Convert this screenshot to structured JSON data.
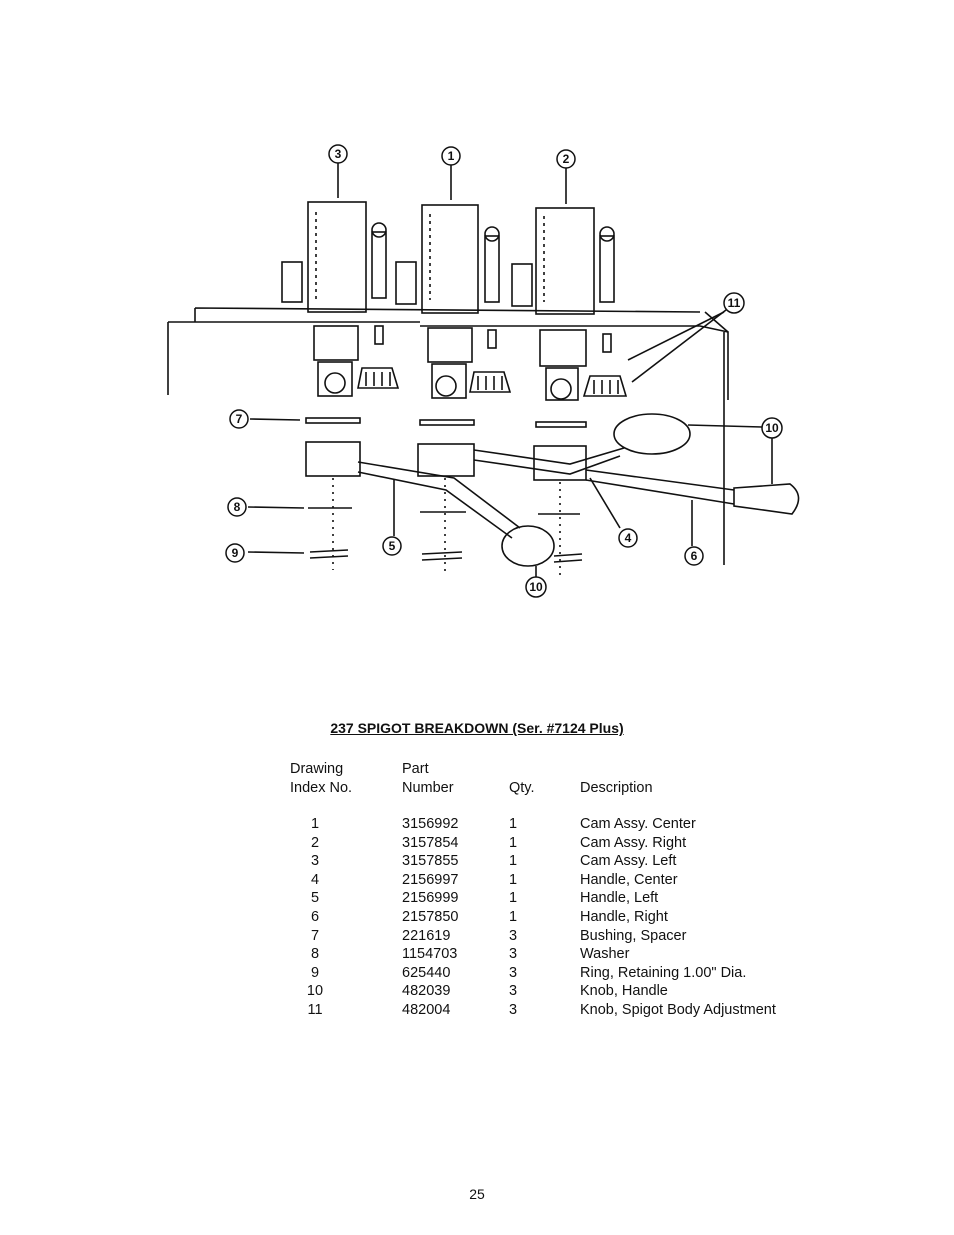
{
  "diagram": {
    "callouts": [
      "3",
      "1",
      "2",
      "11",
      "7",
      "10",
      "8",
      "5",
      "4",
      "6",
      "9",
      "10"
    ]
  },
  "title": "237 SPIGOT BREAKDOWN (Ser. #7124 Plus)",
  "table": {
    "headers": {
      "index_line1": "Drawing",
      "index_line2": "Index No.",
      "part_line1": "Part",
      "part_line2": "Number",
      "qty": "Qty.",
      "desc": "Description"
    },
    "rows": [
      {
        "index": "1",
        "part": "3156992",
        "qty": "1",
        "desc": "Cam Assy. Center"
      },
      {
        "index": "2",
        "part": "3157854",
        "qty": "1",
        "desc": "Cam Assy. Right"
      },
      {
        "index": "3",
        "part": "3157855",
        "qty": "1",
        "desc": "Cam Assy. Left"
      },
      {
        "index": "4",
        "part": "2156997",
        "qty": "1",
        "desc": "Handle, Center"
      },
      {
        "index": "5",
        "part": "2156999",
        "qty": "1",
        "desc": "Handle, Left"
      },
      {
        "index": "6",
        "part": "2157850",
        "qty": "1",
        "desc": "Handle, Right"
      },
      {
        "index": "7",
        "part": "221619",
        "qty": "3",
        "desc": "Bushing, Spacer"
      },
      {
        "index": "8",
        "part": "1154703",
        "qty": "3",
        "desc": "Washer"
      },
      {
        "index": "9",
        "part": "625440",
        "qty": "3",
        "desc": "Ring, Retaining 1.00\" Dia."
      },
      {
        "index": "10",
        "part": "482039",
        "qty": "3",
        "desc": "Knob, Handle"
      },
      {
        "index": "11",
        "part": "482004",
        "qty": "3",
        "desc": "Knob, Spigot Body Adjustment"
      }
    ]
  },
  "page_number": "25"
}
